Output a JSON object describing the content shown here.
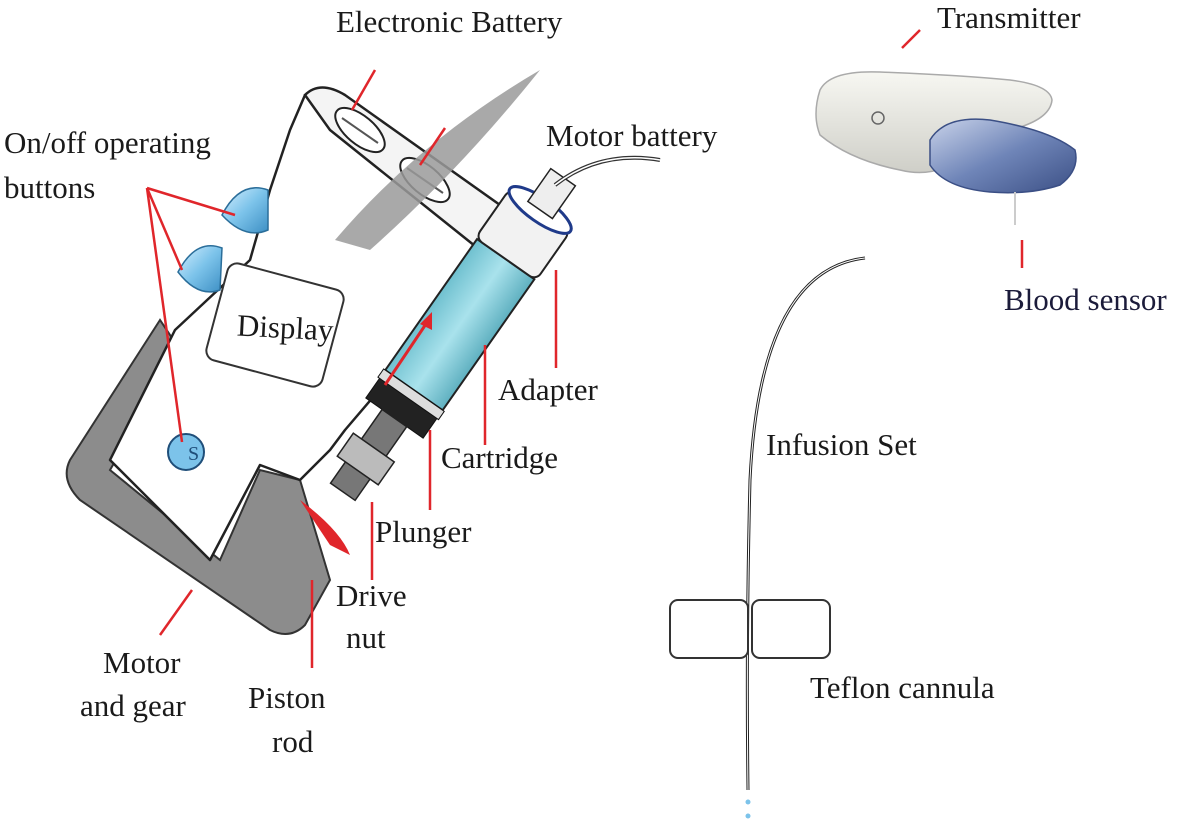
{
  "labels": {
    "electronic_battery": "Electronic Battery",
    "transmitter": "Transmitter",
    "motor_battery": "Motor battery",
    "on_off_line1": "On/off operating",
    "on_off_line2": "buttons",
    "display": "Display",
    "adapter": "Adapter",
    "cartridge": "Cartridge",
    "plunger": "Plunger",
    "drive_nut_line1": "Drive",
    "drive_nut_line2": "nut",
    "motor_gear_line1": "Motor",
    "motor_gear_line2": "and gear",
    "piston_rod_line1": "Piston",
    "piston_rod_line2": "rod",
    "blood_sensor": "Blood sensor",
    "infusion_set": "Infusion Set",
    "teflon_cannula": "Teflon cannula",
    "button_letter": "S"
  },
  "colors": {
    "leader_line": "#e0262b",
    "cartridge_fluid": "#8fd3df",
    "button_blue": "#7cc3ea",
    "pump_grey": "#8a8a8a",
    "sensor_blue": "#8d9fc8"
  }
}
